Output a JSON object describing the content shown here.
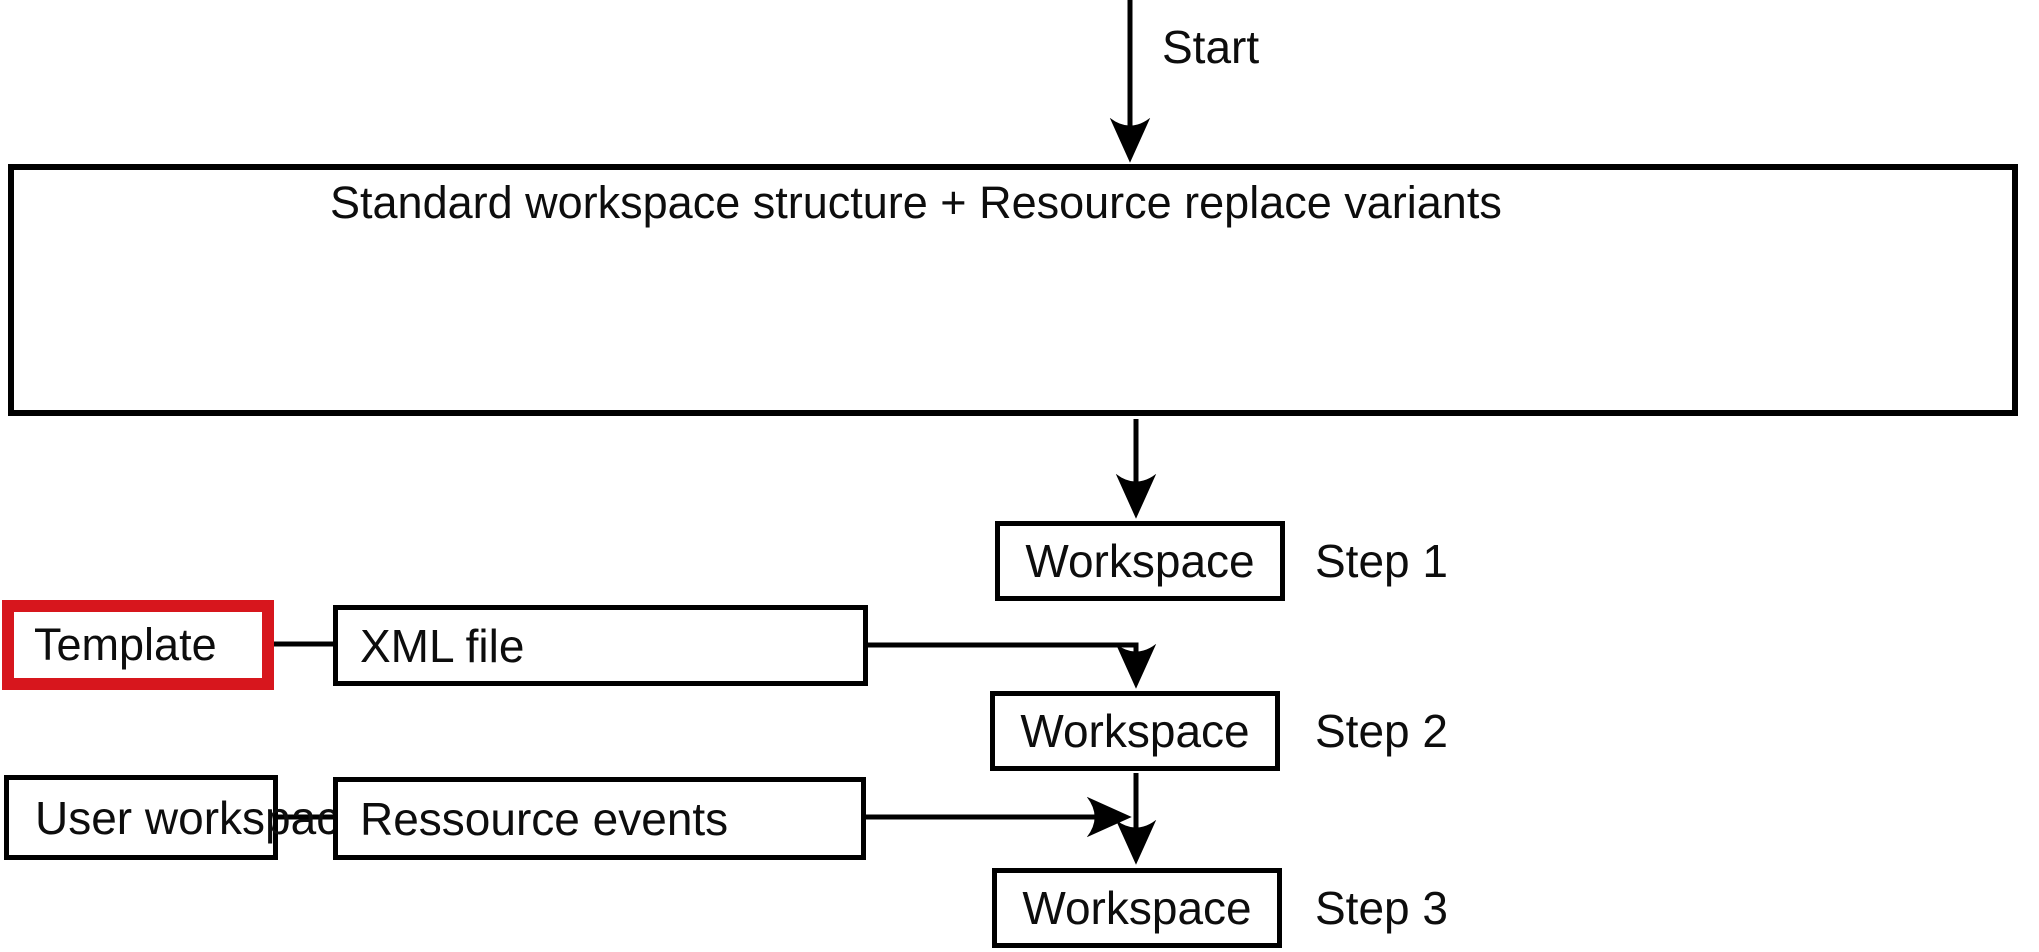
{
  "diagram": {
    "start": {
      "label": "Start"
    },
    "main_box": {
      "title": "Standard workspace structure + Resource replace variants"
    },
    "workspace_steps": [
      {
        "box_label": "Workspace",
        "step_label": "Step 1"
      },
      {
        "box_label": "Workspace",
        "step_label": "Step 2"
      },
      {
        "box_label": "Workspace",
        "step_label": "Step 3"
      }
    ],
    "template_box": {
      "label": "Template",
      "highlight_color": "#d7161d"
    },
    "xml_box": {
      "label": "XML file"
    },
    "user_workspace_box": {
      "label": "User workspace"
    },
    "ressource_events_box": {
      "label": "Ressource events"
    },
    "colors": {
      "line": "#000000",
      "highlight": "#d7161d",
      "background": "#ffffff"
    }
  }
}
